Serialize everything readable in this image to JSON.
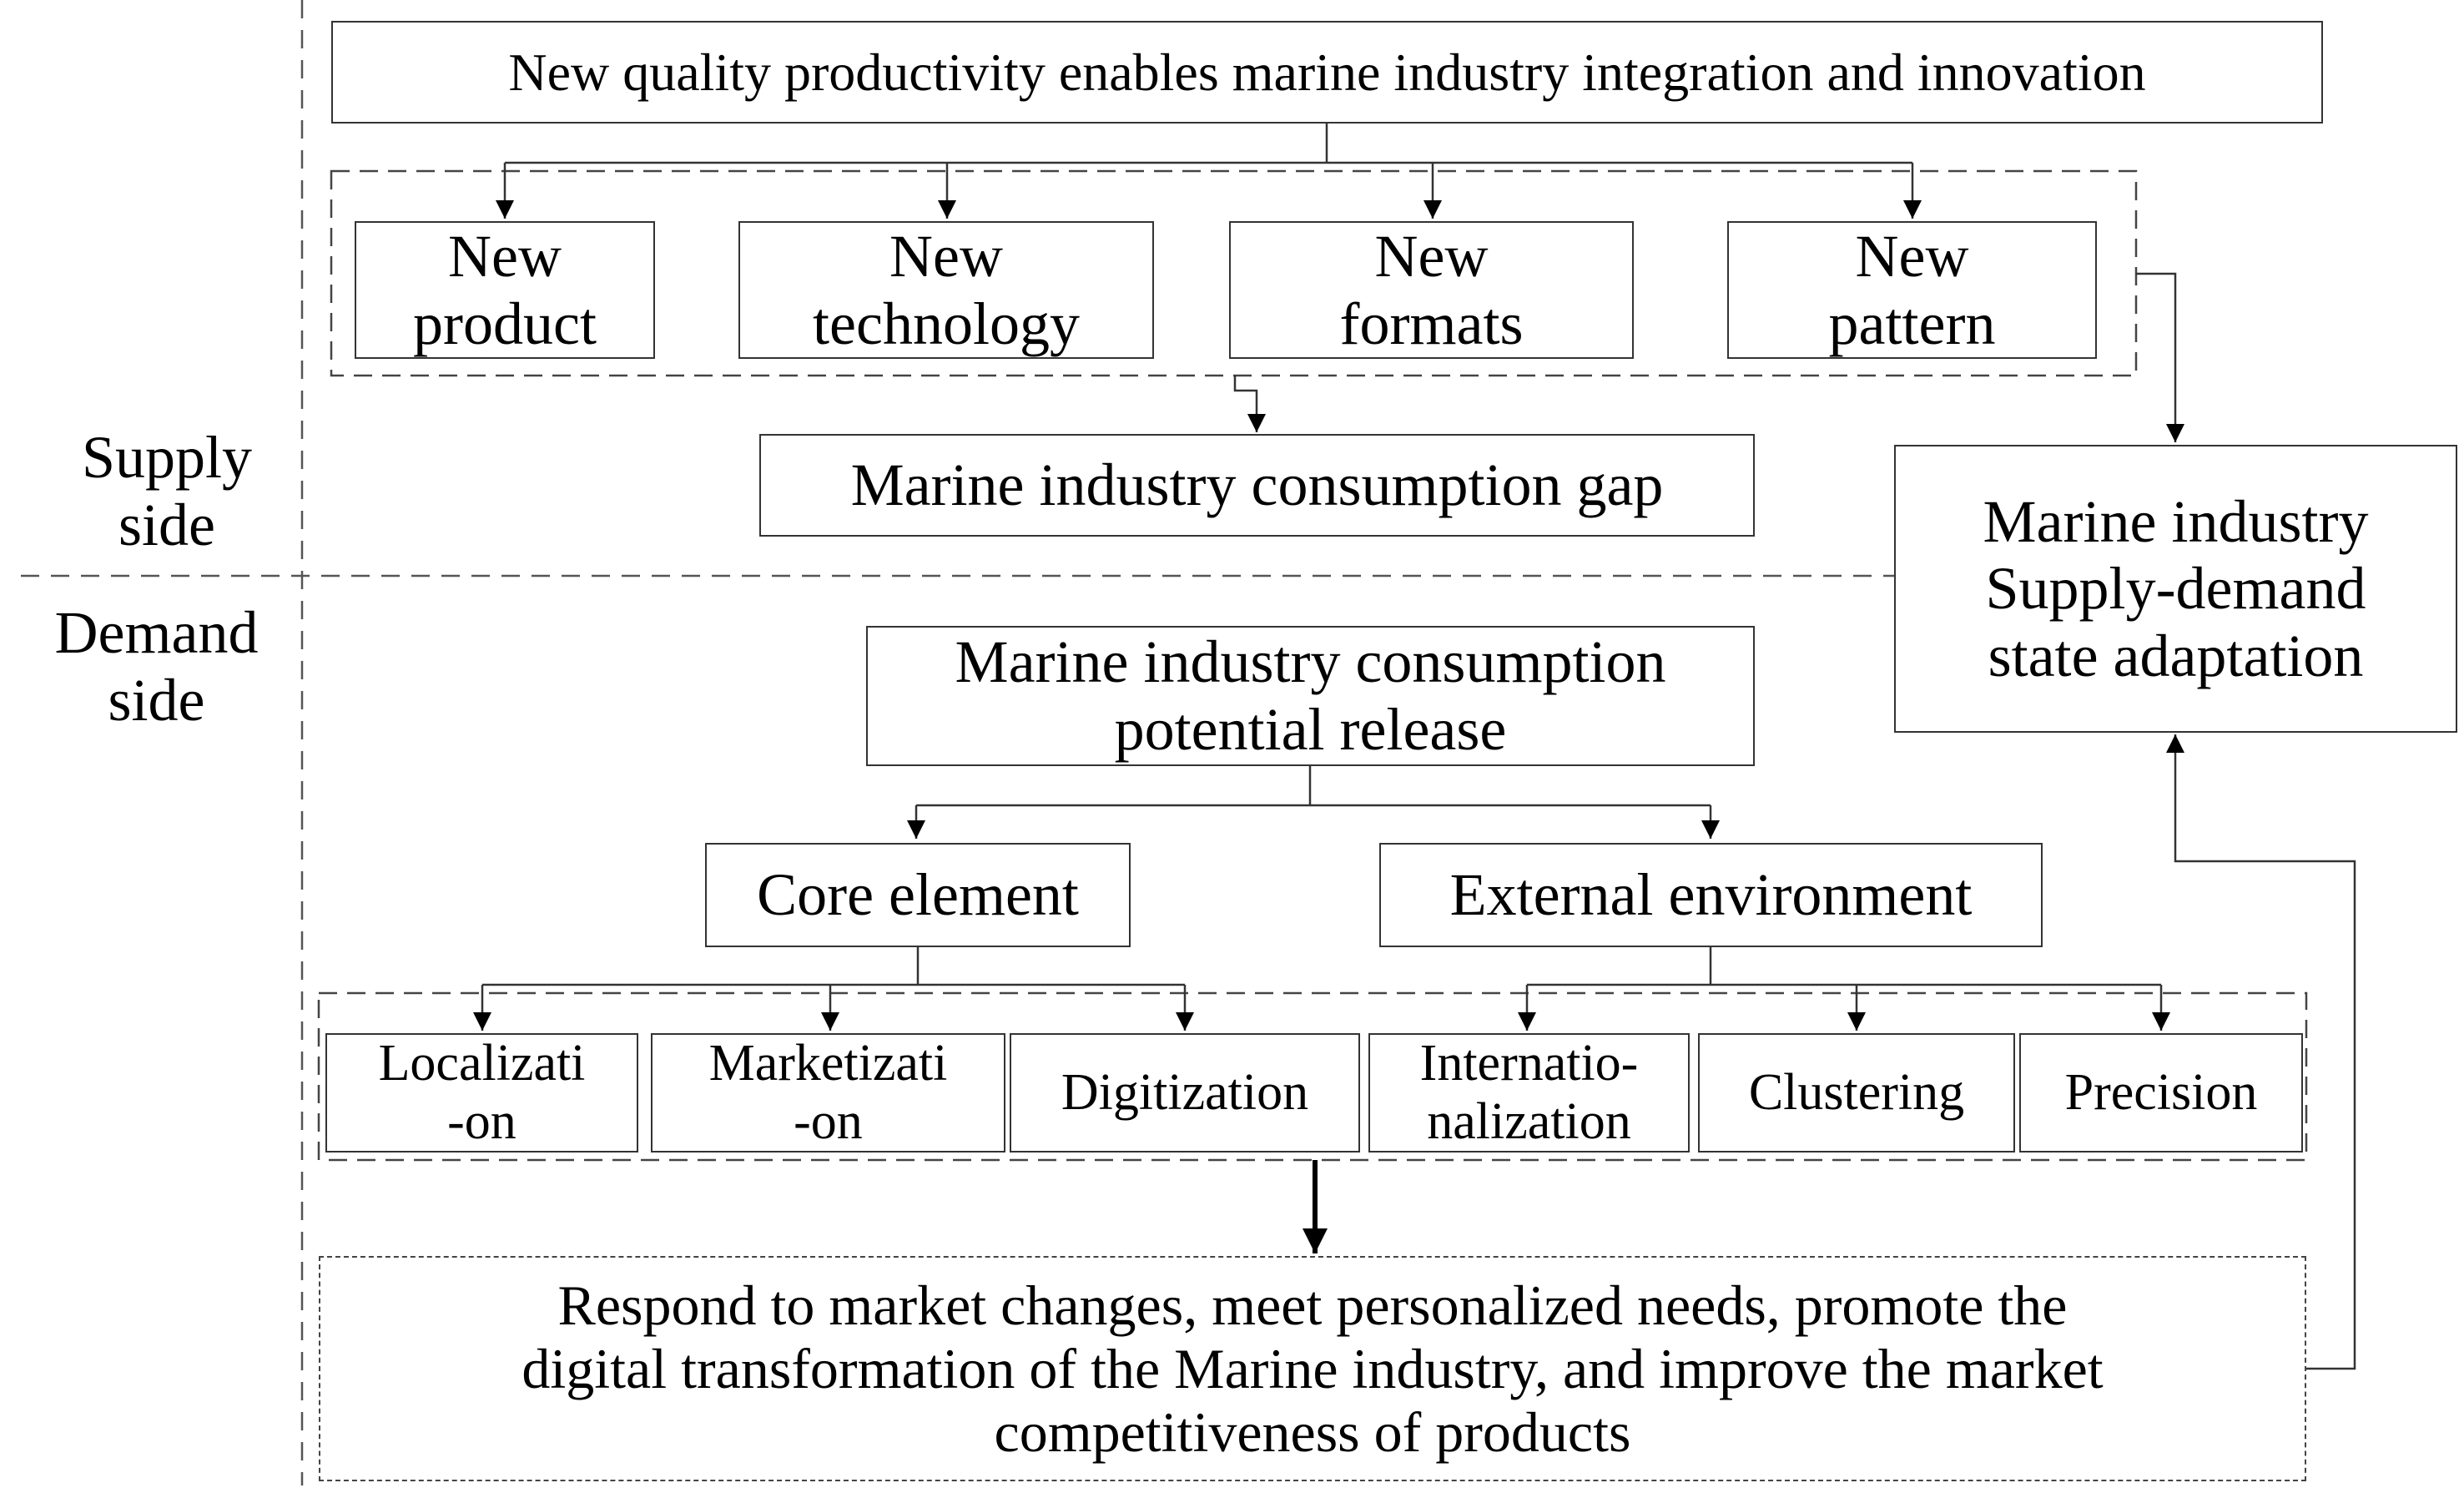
{
  "side_labels": {
    "supply": "Supply\nside",
    "demand": "Demand\nside"
  },
  "nodes": {
    "top": "New quality productivity enables marine industry integration and innovation",
    "new_product": "New\nproduct",
    "new_technology": "New\ntechnology",
    "new_formats": "New\nformats",
    "new_pattern": "New\npattern",
    "consumption_gap": "Marine industry consumption gap",
    "adaptation": "Marine industry\nSupply-demand\nstate adaptation",
    "potential_release": "Marine industry consumption\npotential release",
    "core_element": "Core element",
    "external_environment": "External environment",
    "localization": "Localizati\n-on",
    "marketization": "Marketizati\n-on",
    "digitization": "Digitization",
    "internationalization": "Internatio-\nnalization",
    "clustering": "Clustering",
    "precision": "Precision",
    "bottom": "Respond to market changes, meet personalized needs, promote the\ndigital transformation of the Marine industry, and improve the market\ncompetitiveness of products"
  },
  "colors": {
    "line": "#333333",
    "dash": "#444444",
    "text": "#000000"
  }
}
